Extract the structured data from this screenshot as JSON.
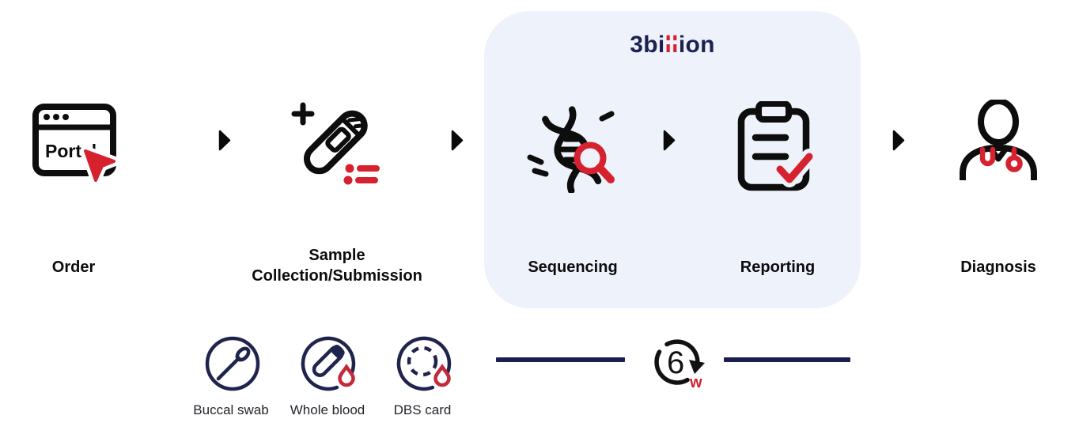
{
  "diagram": {
    "brand": {
      "logo_parts": {
        "pre": "3bi",
        "mid": "ll",
        "post": "ion"
      }
    },
    "steps": [
      {
        "label": "Order",
        "icon": "portal-browser-cursor-icon",
        "icon_text": "Portal"
      },
      {
        "lines": [
          "Sample",
          "Collection/Submission"
        ],
        "icon": "sample-tube-checklist-icon"
      },
      {
        "label": "Sequencing",
        "icon": "dna-magnifier-icon"
      },
      {
        "label": "Reporting",
        "icon": "clipboard-check-icon"
      },
      {
        "label": "Diagnosis",
        "icon": "doctor-stethoscope-icon"
      }
    ],
    "sample_types": [
      {
        "label": "Buccal swab",
        "icon": "buccal-swab-circle-icon"
      },
      {
        "label": "Whole blood",
        "icon": "whole-blood-circle-icon"
      },
      {
        "label": "DBS card",
        "icon": "dbs-card-circle-icon"
      }
    ],
    "turnaround": {
      "value": "6",
      "unit": "w"
    },
    "colors": {
      "navy": "#1b2153",
      "red": "#d6212f",
      "drop_red": "#c4293b",
      "black": "#0d0d0d",
      "box_bg": "#eef2fb",
      "line_navy": "#1b1f4e"
    }
  }
}
